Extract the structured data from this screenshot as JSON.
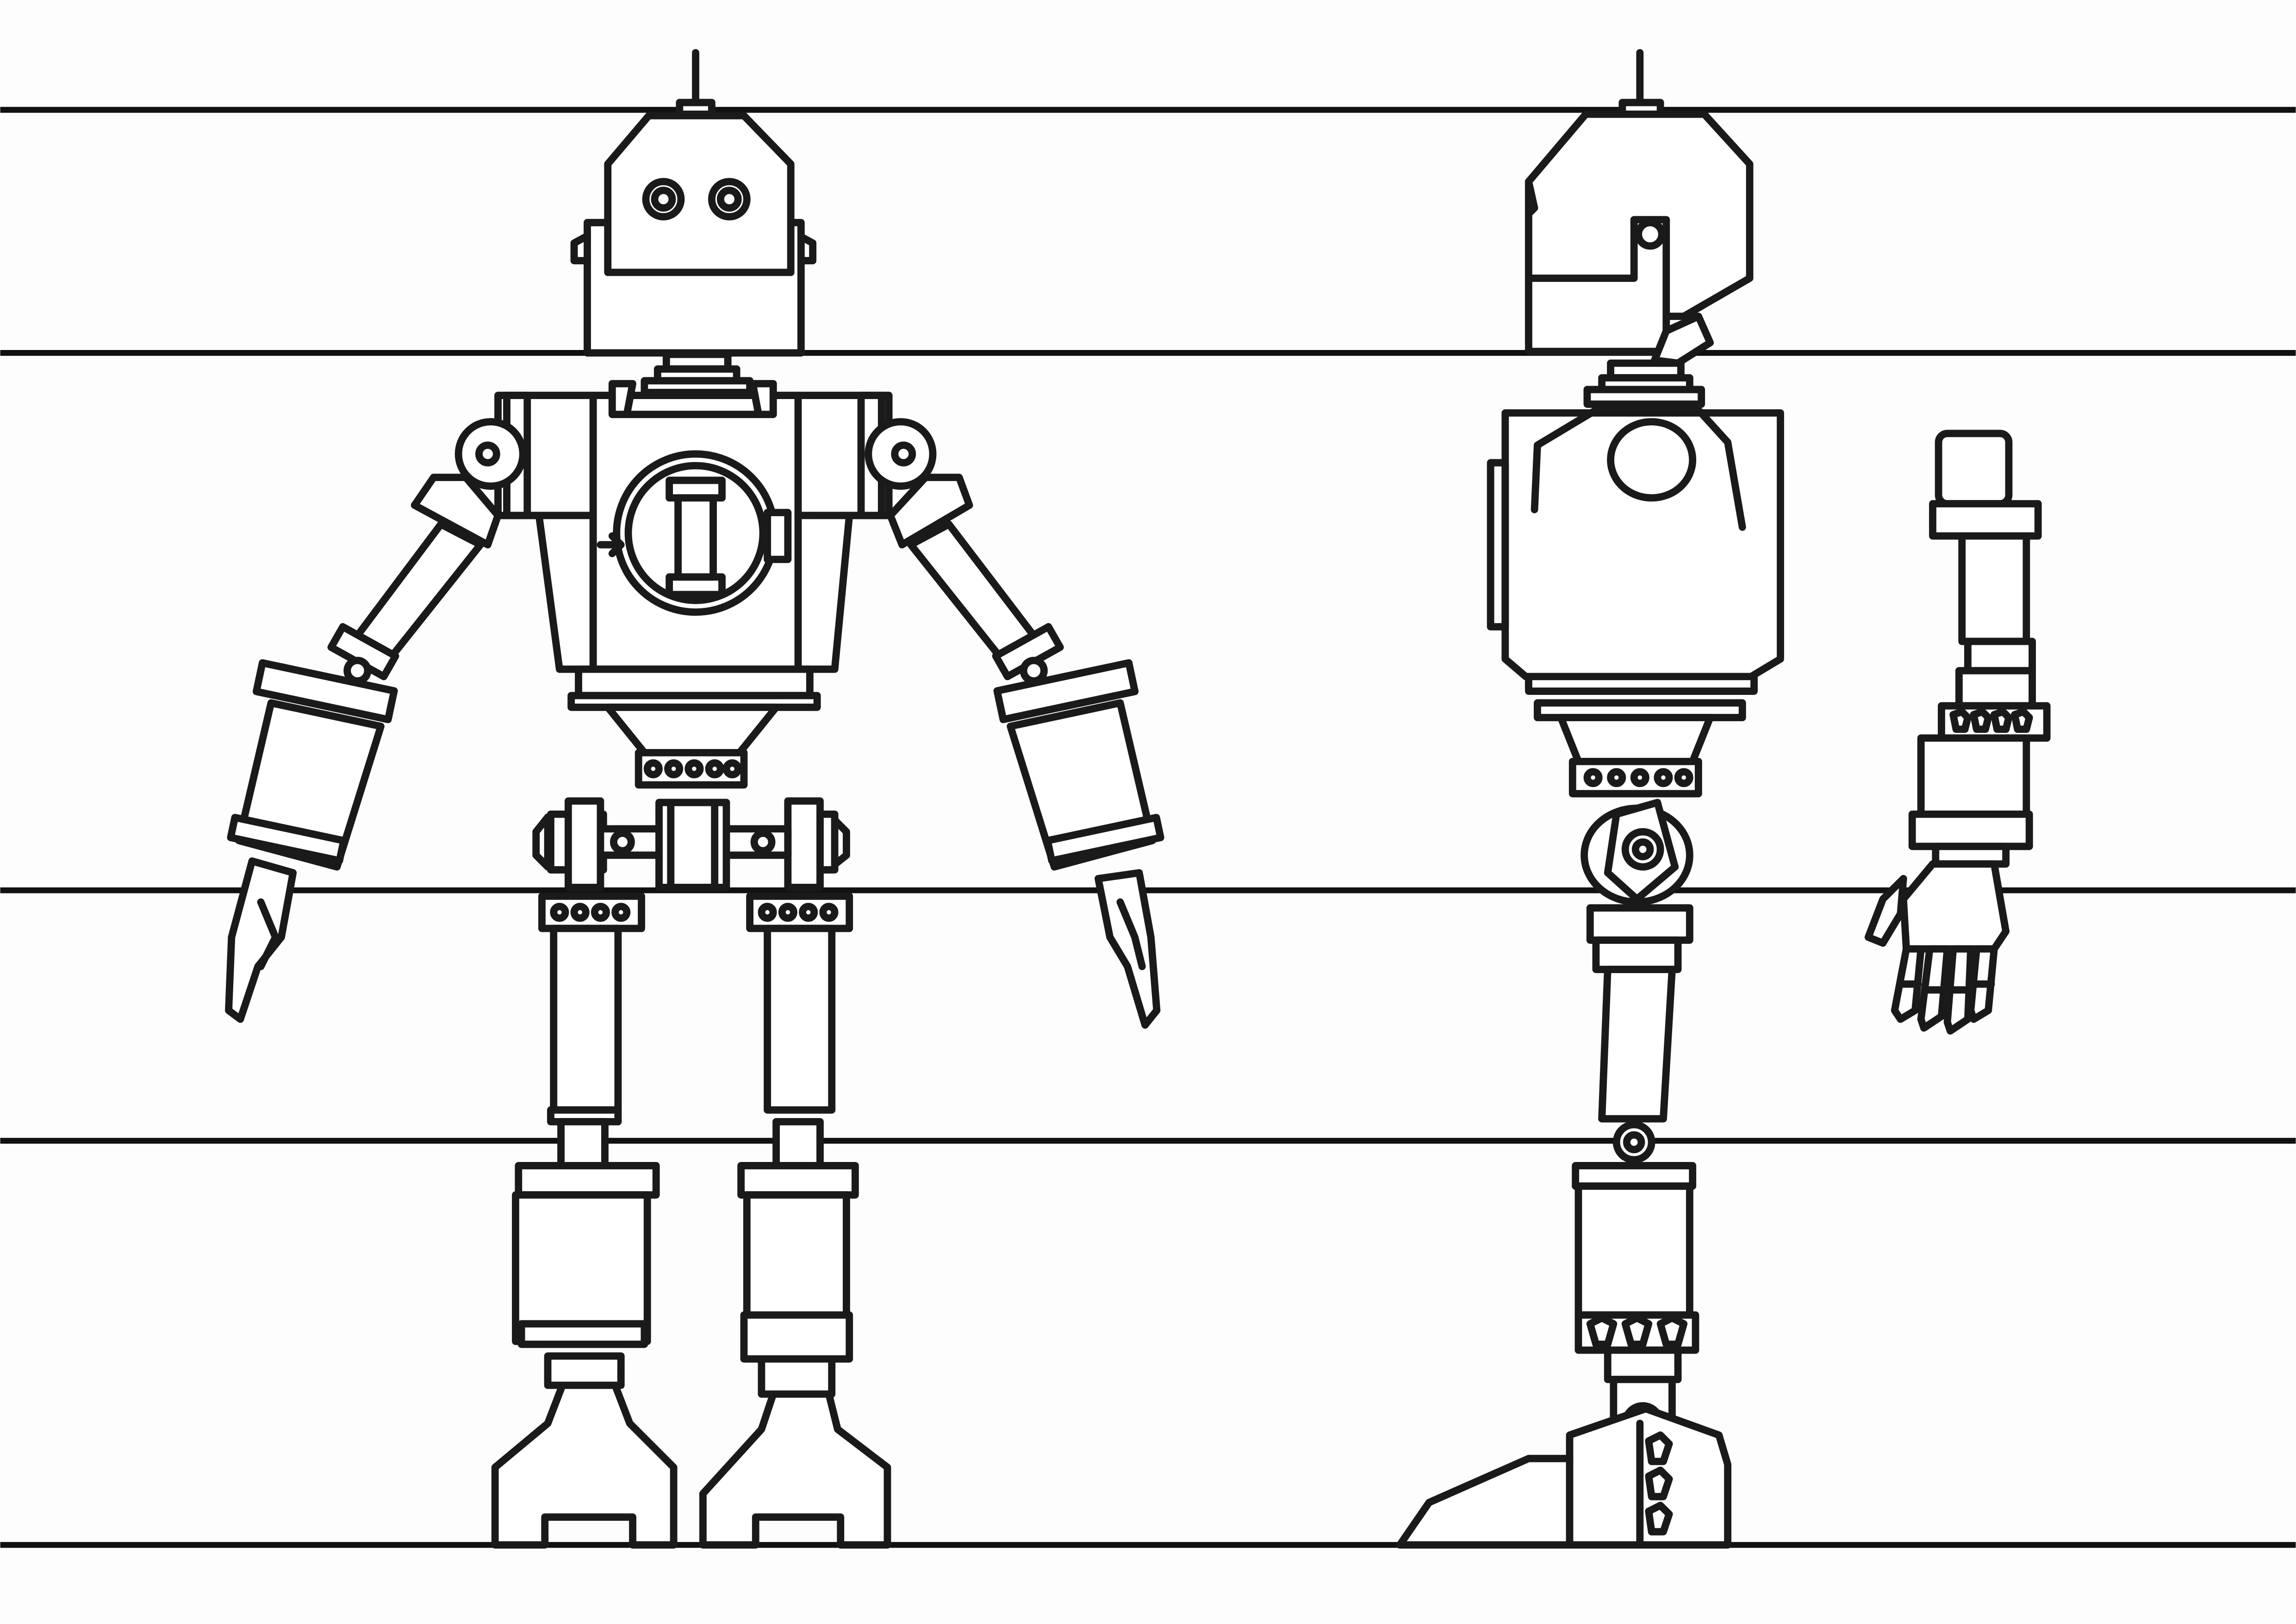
{
  "sheet": {
    "kind": "robot turnaround line-art sheet",
    "views": [
      "front-view",
      "side-view",
      "arm-detail"
    ],
    "colors": {
      "ink": "#1a1a1a",
      "paper": "#fdfdfd"
    }
  }
}
